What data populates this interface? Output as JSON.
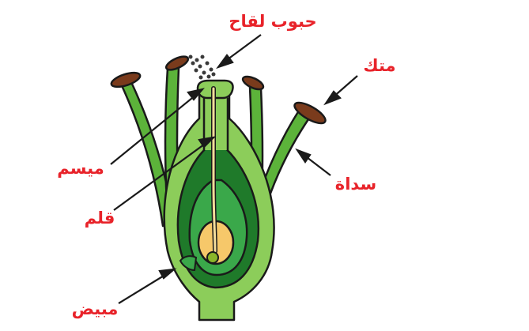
{
  "labels": {
    "pollen": "حبوب لقاح",
    "anther": "متك",
    "stigma": "ميسم",
    "filament": "سداة",
    "style": "قلم",
    "ovary": "مبيض"
  },
  "colors": {
    "label": "#e8232a",
    "outline": "#1a1a1a",
    "light_green": "#8ccd5a",
    "mid_green": "#5cb33a",
    "dark_green": "#1f7a2a",
    "bright_green": "#3aa84a",
    "ovule": "#f6c86a",
    "tube": "#f4dc9a",
    "anther": "#7a3b1c"
  }
}
